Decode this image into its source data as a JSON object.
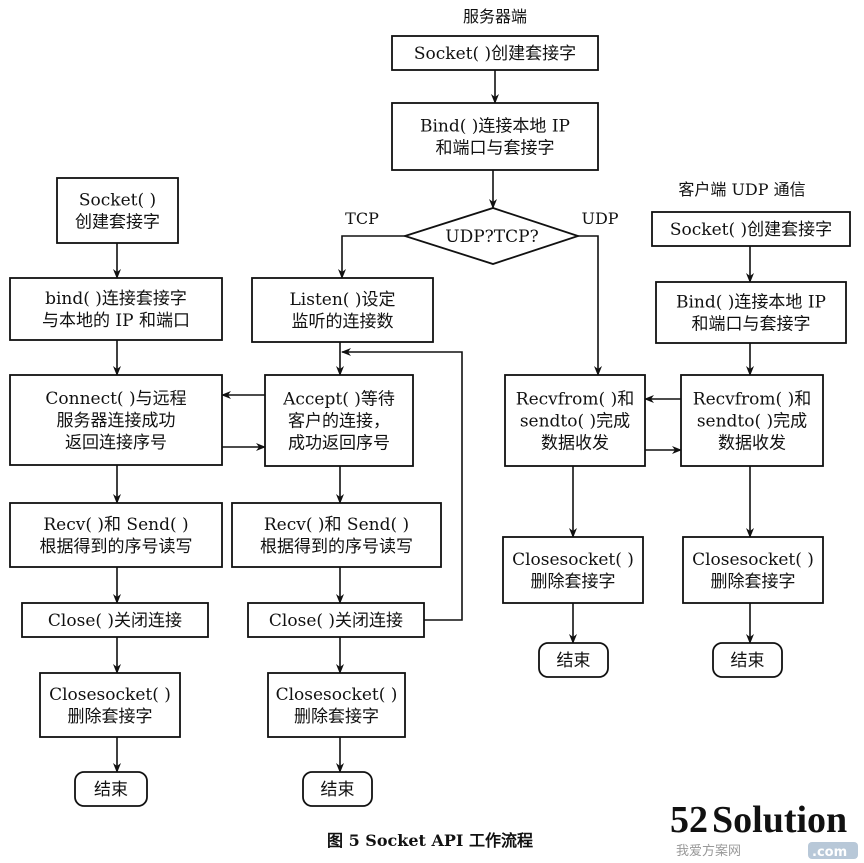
{
  "title_server": "服务器端",
  "title_client_udp": "客户端 UDP 通信",
  "decision": {
    "text": "UDP?TCP?",
    "tcp_label": "TCP",
    "udp_label": "UDP"
  },
  "nodes": {
    "s_socket": [
      "Socket( )创建套接字"
    ],
    "s_bind": [
      "Bind( )连接本地 IP",
      "和端口与套接字"
    ],
    "l_socket": [
      "Socket( )",
      "创建套接字"
    ],
    "l_bind": [
      "bind( )连接套接字",
      "与本地的 IP 和端口"
    ],
    "l_connect": [
      "Connect( )与远程",
      "服务器连接成功",
      "返回连接序号"
    ],
    "l_recv": [
      "Recv( )和 Send( )",
      "根据得到的序号读写"
    ],
    "l_close": [
      "Close( )关闭连接"
    ],
    "l_closesocket": [
      "Closesocket( )",
      "删除套接字"
    ],
    "l_end": [
      "结束"
    ],
    "m_listen": [
      "Listen( )设定",
      "监听的连接数"
    ],
    "m_accept": [
      "Accept( )等待",
      "客户的连接，",
      "成功返回序号"
    ],
    "m_recv": [
      "Recv( )和 Send( )",
      "根据得到的序号读写"
    ],
    "m_close": [
      "Close( )关闭连接"
    ],
    "m_closesocket": [
      "Closesocket( )",
      "删除套接字"
    ],
    "m_end": [
      "结束"
    ],
    "u_recvfrom": [
      "Recvfrom( )和",
      "sendto( )完成",
      "数据收发"
    ],
    "u_closesocket": [
      "Closesocket( )",
      "删除套接字"
    ],
    "u_end": [
      "结束"
    ],
    "c_socket": [
      "Socket( )创建套接字"
    ],
    "c_bind": [
      "Bind( )连接本地 IP",
      "和端口与套接字"
    ],
    "c_recvfrom": [
      "Recvfrom( )和",
      "sendto( )完成",
      "数据收发"
    ],
    "c_closesocket": [
      "Closesocket( )",
      "删除套接字"
    ],
    "c_end": [
      "结束"
    ]
  },
  "caption": "图 5 Socket API 工作流程",
  "watermark": {
    "brand_num": "52",
    "brand_text": "Solution",
    "sub": "我爱方案网",
    "domain": ".com",
    "colors": {
      "num": "#f0a070",
      "text": "#b8d08a"
    }
  }
}
